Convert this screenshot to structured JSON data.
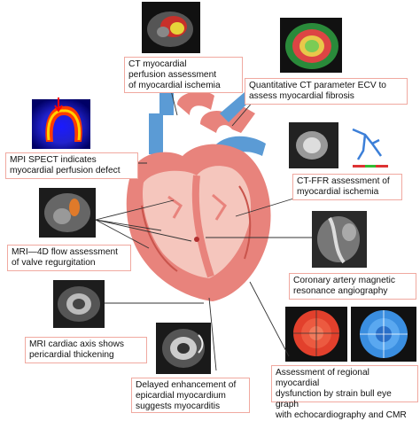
{
  "labels": {
    "ct_perfusion": "CT myocardial\nperfusion assessment\nof myocardial ischemia",
    "ct_ecv": "Quantitative CT parameter ECV to\nassess myocardial fibrosis",
    "mpi_spect": "MPI SPECT indicates\nmyocardial perfusion defect",
    "ct_ffr": "CT-FFR assessment of\nmyocardial ischemia",
    "mri_4d": "MRI—4D flow assessment\nof valve regurgitation",
    "coronary_mra": "Coronary artery magnetic\nresonance angiography",
    "mri_axis": "MRI cardiac axis shows\npericardial thickening",
    "strain": "Assessment of regional myocardial\ndysfunction by strain bull eye graph\nwith echocardiography and CMR",
    "delayed": "Delayed enhancement of\nepicardial myocardium\nsuggests myocarditis"
  },
  "colors": {
    "heart_wall": "#e8837c",
    "heart_inner": "#f5c6bd",
    "vein_blue": "#5b9bd5",
    "label_border": "#f0a9a0",
    "leader_line": "#333333"
  }
}
